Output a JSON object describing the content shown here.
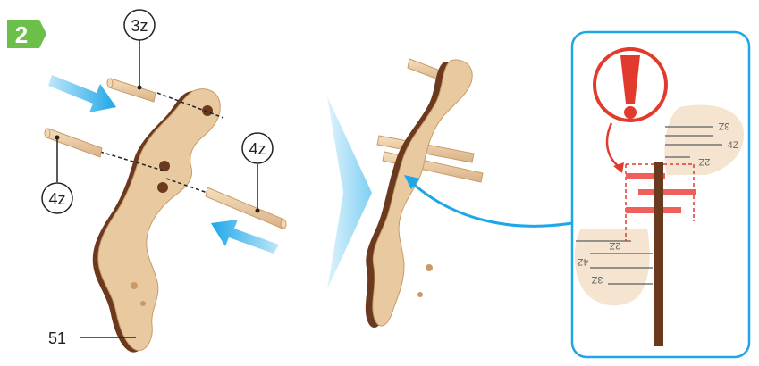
{
  "step": {
    "number": "2",
    "badge_color": "#6cc04a"
  },
  "callouts": {
    "top_peg": "3z",
    "right_peg": "4z",
    "left_peg": "4z",
    "part_number": "51"
  },
  "detail_labels": {
    "top_right_a": "3Z",
    "top_right_b": "4Z",
    "top_right_c": "2Z",
    "bottom_left_a": "2Z",
    "bottom_left_b": "4Z",
    "bottom_left_c": "3Z"
  },
  "colors": {
    "wood_light": "#e9c9a0",
    "wood_edge": "#6b3a1e",
    "peg": "#f0d3ad",
    "arrow_blue": "#1ea7e8",
    "detail_border": "#1ea7e8",
    "warning_red": "#e23b2e",
    "highlight_red": "#f0605a"
  },
  "icons": [
    "step-badge-icon",
    "warning-icon",
    "insertion-arrow-icon",
    "direction-arrow-icon"
  ]
}
